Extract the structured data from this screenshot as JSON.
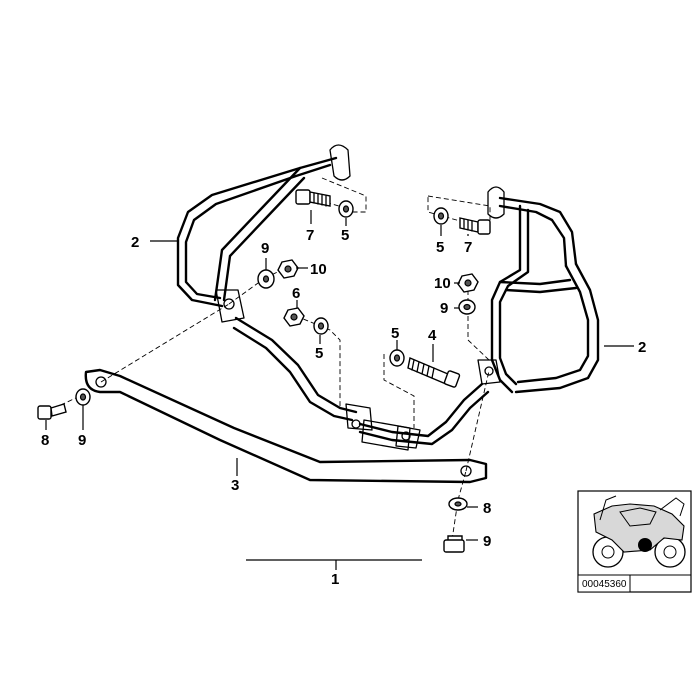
{
  "callouts": {
    "main": "1",
    "frame_left": "2",
    "frame_right": "2",
    "crossbar": "3",
    "bolt_long": "4",
    "washer_left_top": "5",
    "washer_right_top": "5",
    "washer_center": "5",
    "washer_long_bolt": "5",
    "nut_center": "6",
    "bolt_left_top": "7",
    "bolt_right_top": "7",
    "screw_left": "8",
    "washer_bottom_right": "8",
    "washer_right_mid": "9",
    "washer_left": "9",
    "washer_left_bar": "9",
    "screw_bottom_right": "9",
    "nut_left": "10",
    "nut_right": "10"
  },
  "inset": {
    "reference_number": "00045360"
  }
}
